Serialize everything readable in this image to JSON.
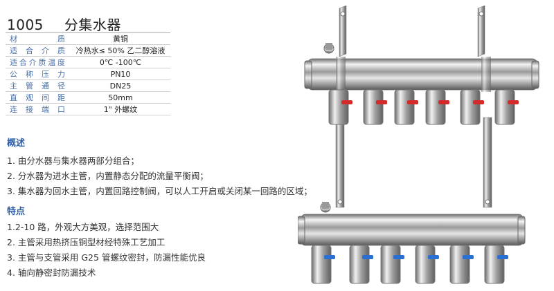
{
  "product": {
    "code": "1005",
    "name": "分集水器"
  },
  "specs": [
    {
      "label": "材质",
      "value": "黄铜"
    },
    {
      "label": "适合介质",
      "value": "冷热水≤ 50% 乙二醇溶液"
    },
    {
      "label": "适合介质温度",
      "value": "0℃ -100℃"
    },
    {
      "label": "公称压力",
      "value": "PN10"
    },
    {
      "label": "主管通径",
      "value": "DN25"
    },
    {
      "label": "直观间距",
      "value": "50mm"
    },
    {
      "label": "连接端口",
      "value": "1\" 外螺纹"
    }
  ],
  "overview": {
    "heading": "概述",
    "items": [
      "1. 由分水器与集水器两部分组合；",
      "2. 分水器为进水主管，内置静态分配的流量平衡阀；",
      "3. 集水器为回水主管，内置回路控制阀，可以人工开启或关闭某一回路的区域；"
    ]
  },
  "features": {
    "heading": "特点",
    "items": [
      "1.2-10 路，外观大方美观，选择范围大",
      "2. 主管采用热挤压铜型材经特殊工艺加工",
      "3. 主管与支管采用 G25 管螺纹密封，防漏性能优良",
      "4. 轴向静密封防漏技术"
    ]
  },
  "colors": {
    "label": "#4a6fa8",
    "heading": "#2f5fa4",
    "supply_handle": "#d42a2a",
    "return_handle": "#2a6fd4"
  }
}
